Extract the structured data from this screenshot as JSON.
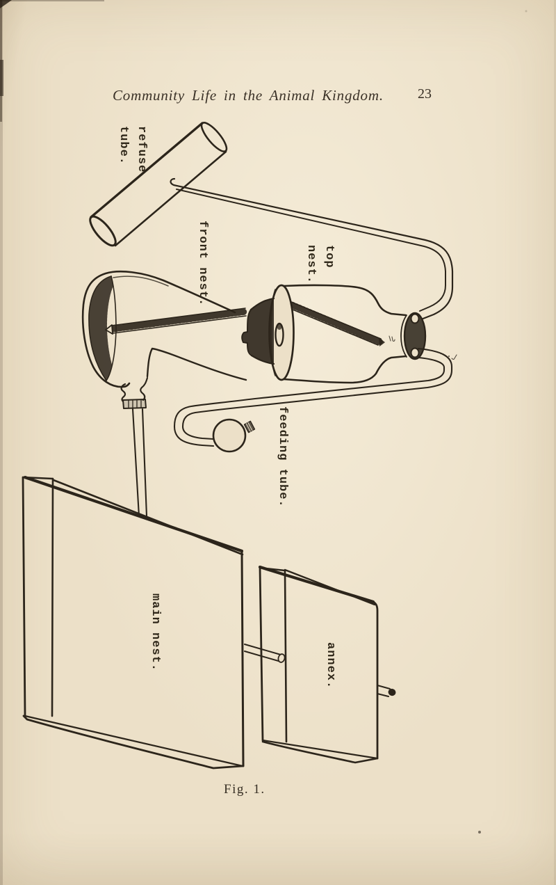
{
  "header": {
    "title": "Community Life in the Animal Kingdom.",
    "page_number": "23"
  },
  "figure": {
    "caption": "Fig. 1.",
    "labels": {
      "refuse_tube": {
        "line1": "refuse",
        "line2": "tube."
      },
      "front_nest": {
        "text": "front nest."
      },
      "top_nest": {
        "line1": "top",
        "line2": "nest."
      },
      "feeding_tube": {
        "text": "feeding tube."
      },
      "main_nest": {
        "text": "main nest."
      },
      "annex": {
        "text": "annex."
      }
    }
  },
  "colors": {
    "paper": "#ece0c8",
    "ink": "#2c251b"
  }
}
